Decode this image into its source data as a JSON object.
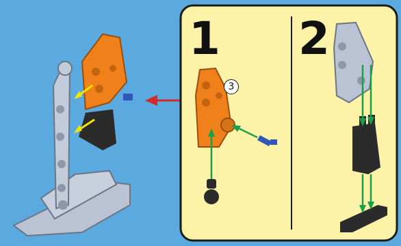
{
  "colors": {
    "background": "#5aa9df",
    "panel": "#fdf3a8",
    "panel_border": "#1b1b1b",
    "orange_part": "#f0801a",
    "dark_part": "#2b2b2b",
    "grey_part": "#b9c3d4",
    "blue_pin": "#2f56b8",
    "insert_arrow": "#19a04a",
    "attach_arrow": "#f2e600",
    "callout_arrow": "#d8282a"
  },
  "substeps": [
    {
      "number": "1",
      "quantity": "3"
    },
    {
      "number": "2"
    }
  ],
  "icons": {
    "callout_arrow": "red-arrow-left",
    "insert_arrow": "green-arrow",
    "attach_arrow": "yellow-arrow"
  }
}
